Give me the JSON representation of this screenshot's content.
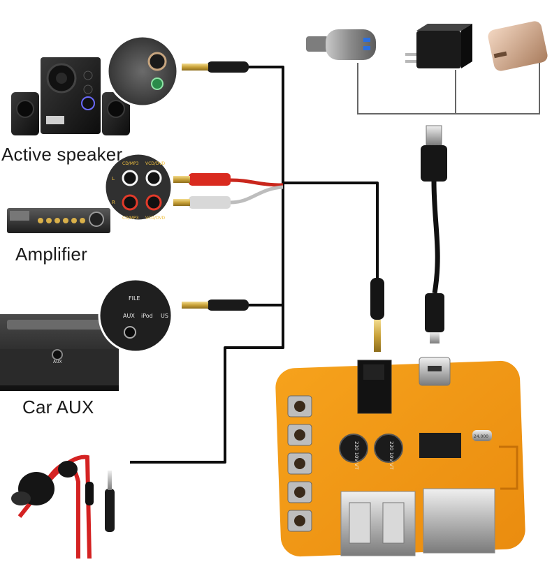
{
  "labels": {
    "active_speaker": "Active speaker",
    "amplifier": "Amplifier",
    "car_aux": "Car AUX"
  },
  "inset_text": {
    "cd_mp3_top": "CD/MP3",
    "vcd_top": "VCD/DVD",
    "l": "L",
    "r": "R",
    "cd_mp3_bottom": "CD/MP3",
    "vcd_bottom": "VCD/DVD",
    "file": "FILE",
    "aux": "AUX",
    "ipod": "iPod",
    "us": "US"
  },
  "car_panel": {
    "aux_text": "AUX"
  },
  "board": {
    "cap1": "220 10V VT",
    "cap2": "220 10V VT",
    "crystal": "24.000"
  }
}
